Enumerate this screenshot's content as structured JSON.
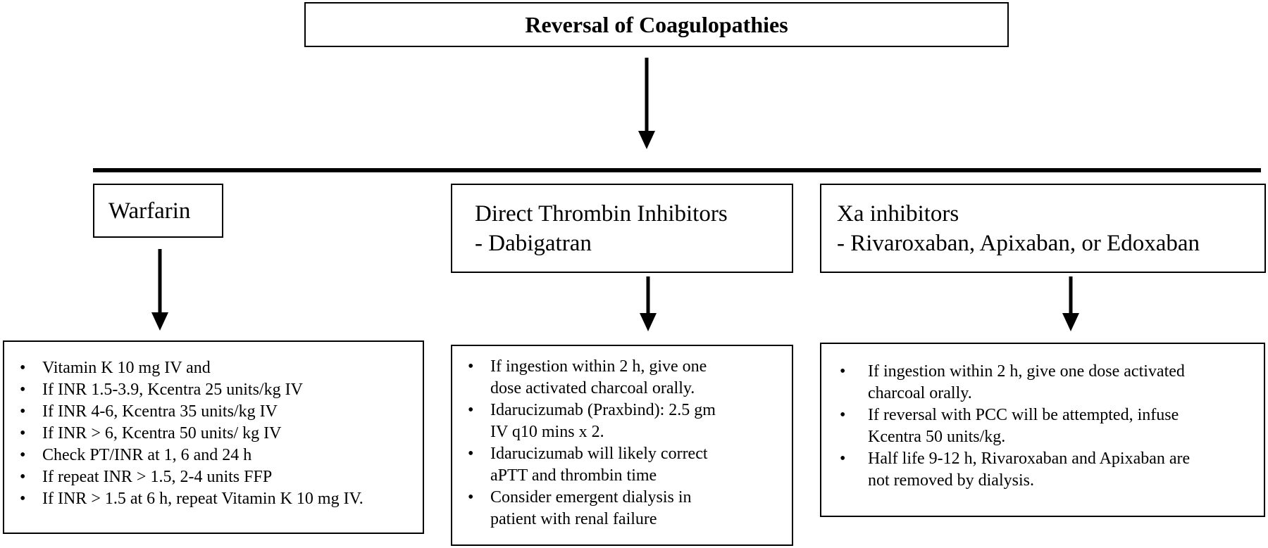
{
  "title": "Reversal of Coagulopathies",
  "categories": [
    {
      "id": "warfarin",
      "heading_lines": [
        "Warfarin"
      ],
      "items": [
        "Vitamin K 10 mg IV and",
        "If INR 1.5-3.9, Kcentra 25 units/kg IV",
        "If INR 4-6, Kcentra 35 units/kg IV",
        "If INR > 6, Kcentra 50 units/ kg IV",
        "Check PT/INR at 1, 6 and 24 h",
        "If repeat INR > 1.5, 2-4 units FFP",
        "If INR > 1.5 at 6 h, repeat Vitamin K 10 mg IV."
      ]
    },
    {
      "id": "dti",
      "heading_lines": [
        "Direct Thrombin Inhibitors",
        "- Dabigatran"
      ],
      "items": [
        "If ingestion within 2 h, give one\ndose activated charcoal orally.",
        "Idarucizumab (Praxbind): 2.5 gm\nIV q10 mins x 2.",
        "Idarucizumab will likely correct\naPTT and thrombin time",
        "Consider emergent dialysis in\npatient with renal failure"
      ]
    },
    {
      "id": "xa",
      "heading_lines": [
        "Xa inhibitors",
        "- Rivaroxaban, Apixaban, or Edoxaban"
      ],
      "items": [
        "If ingestion within 2 h, give one dose activated\ncharcoal orally.",
        "If reversal with PCC will be attempted, infuse\nKcentra 50 units/kg.",
        "Half life 9-12 h, Rivaroxaban and Apixaban are\nnot removed by dialysis."
      ]
    }
  ]
}
